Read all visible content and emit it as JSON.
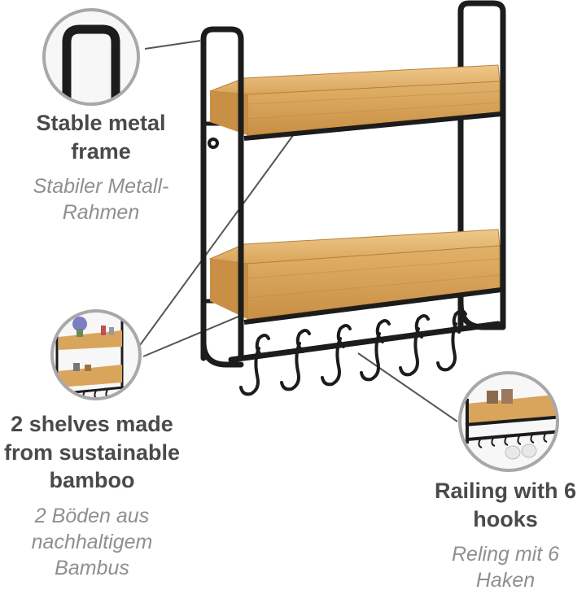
{
  "features": {
    "frame": {
      "title_en": "Stable metal frame",
      "title_de": "Stabiler Metall-Rahmen"
    },
    "shelves": {
      "title_en": "2 shelves made from sustainable bamboo",
      "title_de": "2 Böden aus nachhaltigem Bambus"
    },
    "railing": {
      "title_en": "Railing with 6 hooks",
      "title_de": "Reling mit 6 Haken"
    }
  },
  "colors": {
    "metal": "#1c1c1c",
    "bamboo": "#d9a55c",
    "bamboo_dark": "#b9823c",
    "callout_ring": "#a8a8a8",
    "caption_en": "#4a4a4a",
    "caption_de": "#8f8f8f"
  },
  "hook_count": 6
}
